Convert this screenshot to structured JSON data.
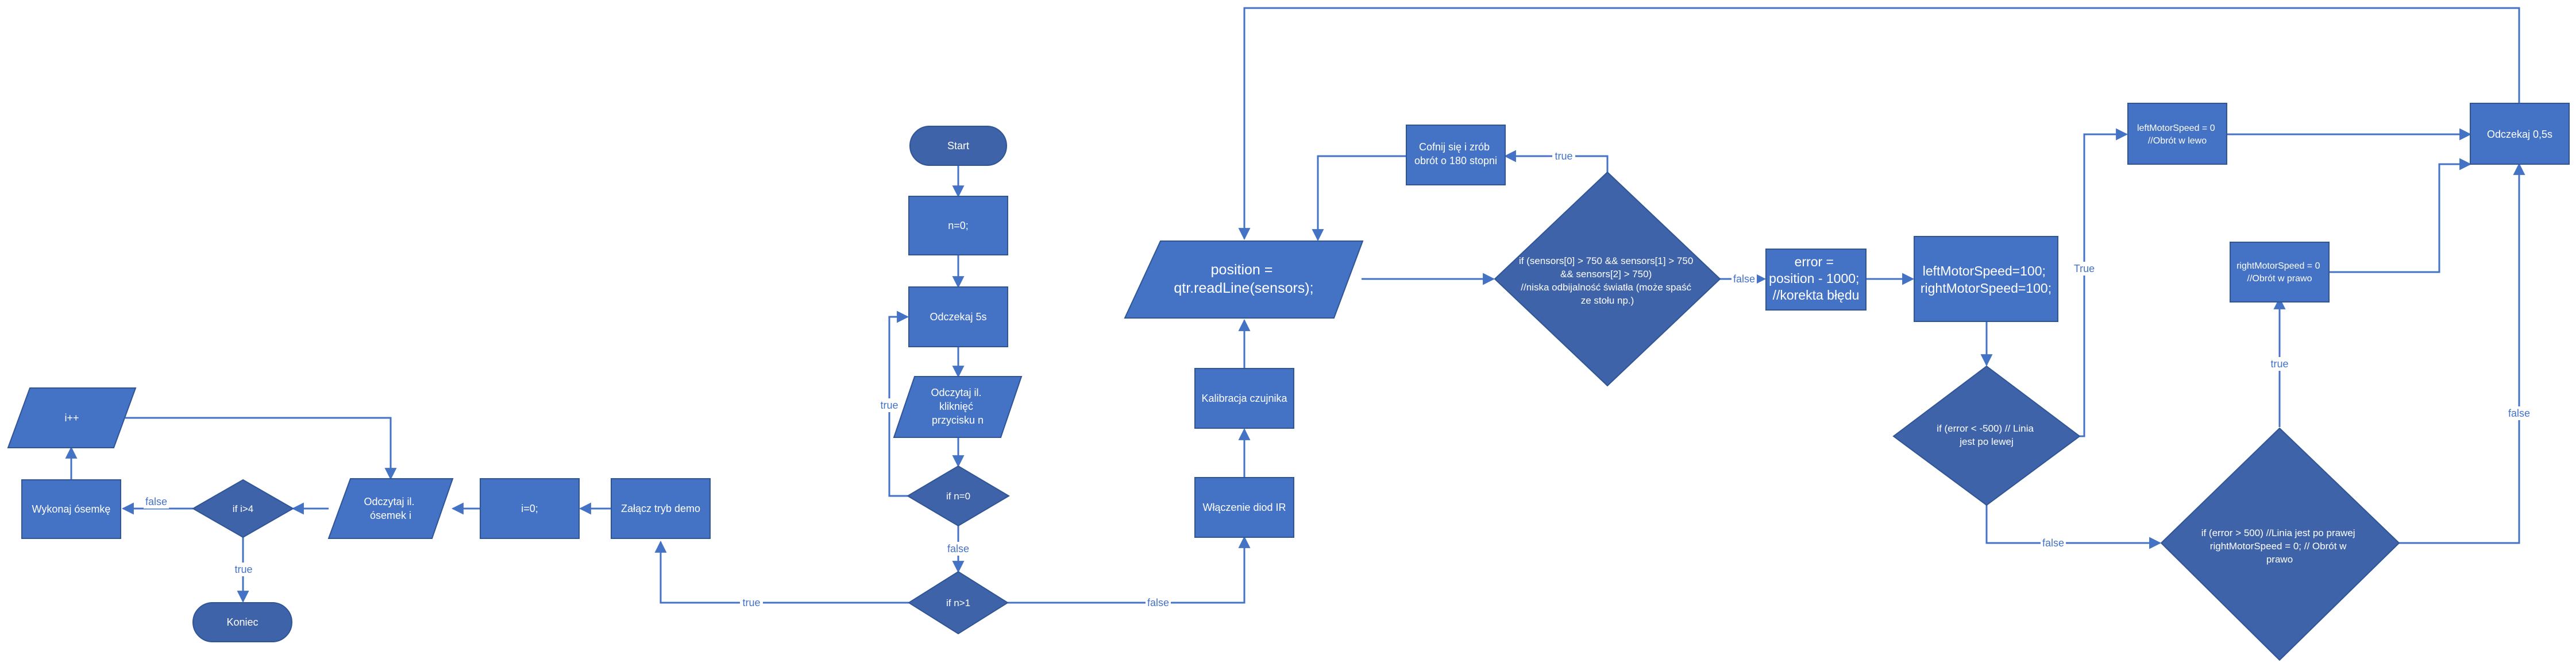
{
  "diagram": {
    "nodes": {
      "start": [
        "Start"
      ],
      "n_init": [
        "n=0;"
      ],
      "wait5": [
        "Odczekaj 5s"
      ],
      "read_clicks": [
        "Odczytaj il.",
        "kliknięć",
        "przycisku n"
      ],
      "if_n0": [
        "if n=0"
      ],
      "if_n1": [
        "if n>1"
      ],
      "demo": [
        "Załącz tryb demo"
      ],
      "i_init": [
        "i=0;"
      ],
      "read_eights": [
        "Odczytaj il.",
        "ósemek i"
      ],
      "if_i4": [
        "if i>4"
      ],
      "do_eight": [
        "Wykonaj ósemkę"
      ],
      "i_inc": [
        "i++"
      ],
      "end": [
        "Koniec"
      ],
      "ir_on": [
        "Włączenie diod IR"
      ],
      "calib": [
        "Kalibracja czujnika"
      ],
      "readline": [
        "position =",
        "qtr.readLine(sensors);"
      ],
      "turn": [
        "Cofnij się i zrób",
        "obrót o 180 stopni"
      ],
      "if_sensors": [
        "if (sensors[0] > 750 && sensors[1] > 750",
        "&& sensors[2] > 750)",
        "//niska odbijalność światła (może spaść",
        "ze stołu np.)"
      ],
      "error": [
        "error =",
        "position - 1000;",
        "//korekta błędu"
      ],
      "speed100": [
        "leftMotorSpeed=100;",
        "rightMotorSpeed=100;"
      ],
      "if_err_neg": [
        "if (error < -500)  // Linia",
        "jest po lewej"
      ],
      "left0": [
        "leftMotorSpeed = 0",
        "//Obrót w lewo"
      ],
      "right0": [
        "rightMotorSpeed = 0",
        "//Obrót w prawo"
      ],
      "if_err_pos": [
        "if (error > 500)  //Linia jest po prawej",
        "rightMotorSpeed = 0;  // Obrót w",
        "prawo"
      ],
      "wait05": [
        "Odczekaj 0,5s"
      ]
    },
    "edge_labels": {
      "n0_true": "true",
      "n0_false": "false",
      "n1_true": "true",
      "n1_false": "false",
      "i4_true": "true",
      "i4_false": "false",
      "sensors_true": "true",
      "sensors_false": "false",
      "errneg_true": "True",
      "errneg_false": "false",
      "errpos_true": "true",
      "errpos_false": "false"
    }
  }
}
